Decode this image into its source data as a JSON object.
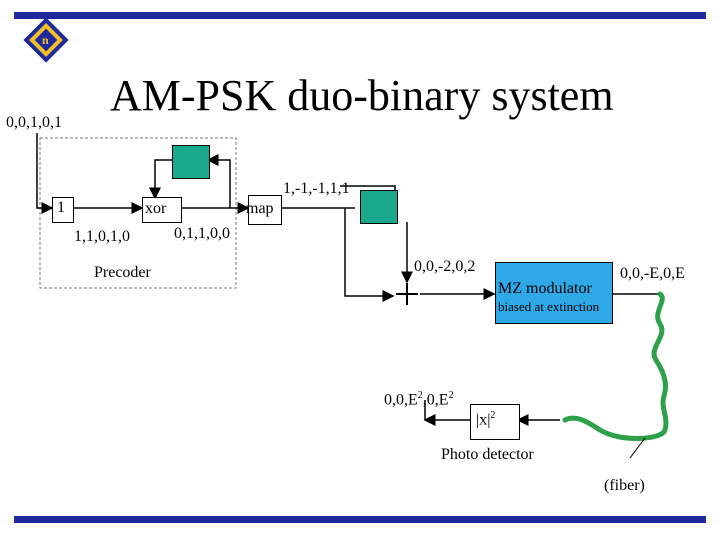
{
  "title": "AM-PSK duo-binary system",
  "colors": {
    "bars": "#1e2a9c",
    "modulator_fill": "#2fa8e8",
    "block_fill": "#1aa98c",
    "fiber": "#2ca14a"
  },
  "labels": {
    "input_bits": "0,0,1,0,1",
    "delay_one": "1",
    "xor": "xor",
    "precoder_in": "1,1,0,1,0",
    "precoder_out": "0,1,1,0,0",
    "precoder": "Precoder",
    "map": "map",
    "map_out": "1,-1,-1,1,1",
    "sum_out": "0,0,-2,0,2",
    "mz_modulator": "MZ modulator",
    "mz_bias": "biased at extinction",
    "mz_out": "0,0,-E,0,E",
    "det_out": "0,0,E",
    "det_out_sup1": "2",
    "det_out_mid": ",0,E",
    "det_out_sup2": "2",
    "abs_sq": "|x|",
    "abs_sq_sup": "2",
    "photo_detector": "Photo detector",
    "fiber": "(fiber)"
  },
  "icons": {
    "logo": "university-logo-icon",
    "plus": "summing-junction-icon"
  }
}
